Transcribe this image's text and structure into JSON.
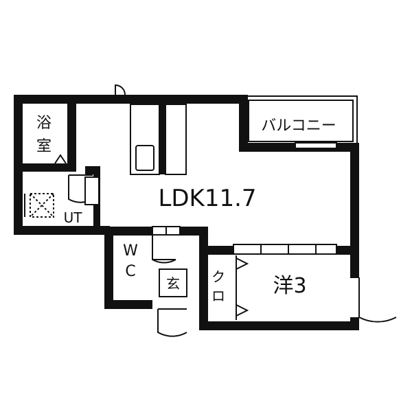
{
  "floorplan": {
    "rooms": {
      "bath_line1": "浴",
      "bath_line2": "室",
      "utility": "UT",
      "ldk": "LDK11.7",
      "balcony": "バルコニー",
      "wc_line1": "W",
      "wc_line2": "C",
      "entrance": "玄",
      "closet_line1": "ク",
      "closet_line2": "ロ",
      "western": "洋3"
    }
  }
}
